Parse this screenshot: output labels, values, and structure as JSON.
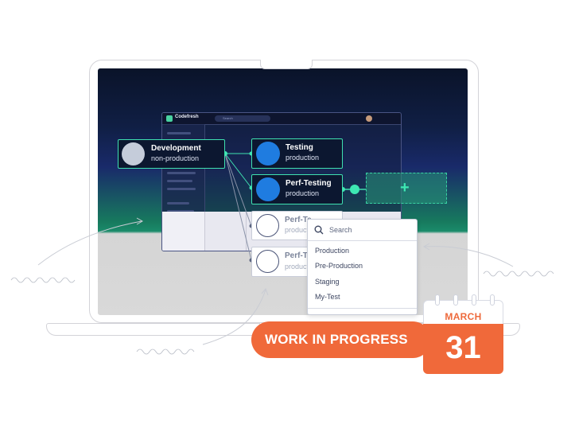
{
  "app": {
    "name": "Codefresh",
    "search_placeholder": "Search"
  },
  "nodes": {
    "source": {
      "title": "Development",
      "subtitle": "non-production"
    },
    "testing": {
      "title": "Testing",
      "subtitle": "production"
    },
    "perf_testing": {
      "title": "Perf-Testing",
      "subtitle": "production"
    },
    "draft1": {
      "title": "Perf-Te",
      "subtitle": "productio"
    },
    "draft2": {
      "title": "Perf-Te",
      "subtitle": "productio"
    },
    "add_icon": "+"
  },
  "dropdown": {
    "search_placeholder": "Search",
    "options": [
      "Production",
      "Pre-Production",
      "Staging",
      "My-Test"
    ]
  },
  "badge": {
    "label": "WORK IN PROGRESS",
    "month": "MARCH",
    "day": "31"
  },
  "colors": {
    "accent": "#3ee8b3",
    "badge": "#f0693a",
    "node_blue": "#1f7ce0"
  }
}
